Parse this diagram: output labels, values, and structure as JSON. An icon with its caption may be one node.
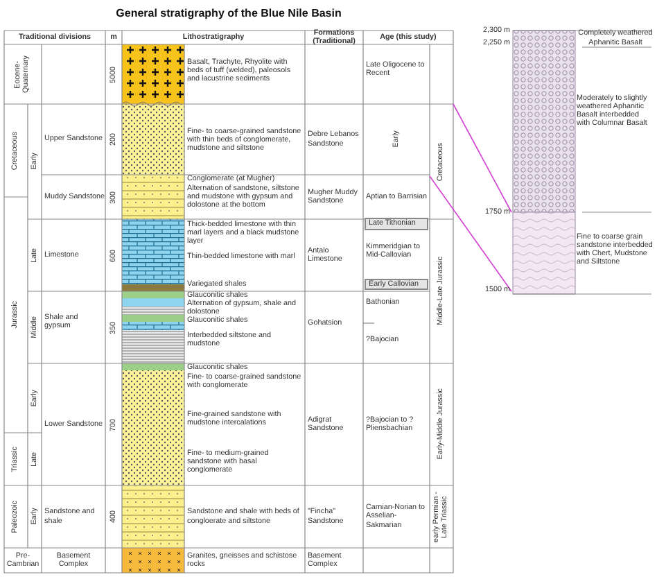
{
  "diagram": {
    "title": "General stratigraphy of the Blue Nile Basin",
    "labels": [
      "Traditional divisions",
      "m",
      "Lithostratigraphy",
      "Formations (Traditional)",
      "Age (this study)",
      "2,300 m",
      "2,250 m",
      "Completely weathered Aphanitic Basalt",
      "Eocene-Quaternary",
      "5000",
      "Basalt, Trachyte, Rhyolite with beds of tuff (welded), paleosols and lacustrine sediments",
      "Late Oligocene to Recent",
      "Moderately to slightly weathered Aphanitic Basalt interbedded with Columnar Basalt",
      "Cretaceous",
      "Early",
      "Upper Sandstone",
      "200",
      "Fine- to coarse-grained sandstone with thin beds of conglomerate, mudstone and siltstone",
      "Debre Lebanos Sandstone",
      "Early",
      "Cretaceous",
      "Muddy Sandstone",
      "300",
      "Conglomerate (at Mugher)",
      "Alternation of sandstone, siltstone and mudstone with gypsum and dolostone at the bottom",
      "Mugher Muddy Sandstone",
      "Aptian to Barrisian",
      "1750 m",
      "Jurassic",
      "Late",
      "Limestone",
      "600",
      "Thick-bedded limestone with thin marl layers and a black mudstone layer",
      "Thin-bedded limestone with marl",
      "Variegated shales",
      "Antalo Limestone",
      "Late Tithonian",
      "Kimmeridgian to Mid-Callovian",
      "Early Callovian",
      "Middle-Late Jurassic",
      "Fine to coarse grain sandstone interbedded with Chert, Mudstone and Siltstone",
      "1500 m",
      "Middle",
      "Shale and gypsum",
      "350",
      "Glauconitic shales",
      "Alternation of gypsum, shale and dolostone",
      "Glauconitic shales",
      "Interbedded siltstone and mudstone",
      "Gohatsion",
      "Bathonian",
      "?Bajocian",
      "Early",
      "Lower Sandstone",
      "700",
      "Glauconitic shales",
      "Fine- to coarse-grained sandstone with conglomerate",
      "Fine-grained sandstone with mudstone intercalations",
      "Fine- to medium-grained sandstone with basal conglomerate",
      "Adigrat Sandstone",
      "?Bajocian to ?Pliensbachian",
      "Early-Middle Jurassic",
      "Triassic",
      "Late",
      "Paleozoic",
      "Early",
      "Sandstone and shale",
      "400",
      "Sandstone and shale with beds of congloerate and siltstone",
      "\"Fincha\" Sandstone",
      "Carnian-Norian to Asselian-Sakmarian",
      "early Permian - Late Triassic",
      "Pre-Cambrian",
      "Basement Complex",
      "Granites, gneisses and schistose rocks",
      "Basement Complex"
    ]
  }
}
